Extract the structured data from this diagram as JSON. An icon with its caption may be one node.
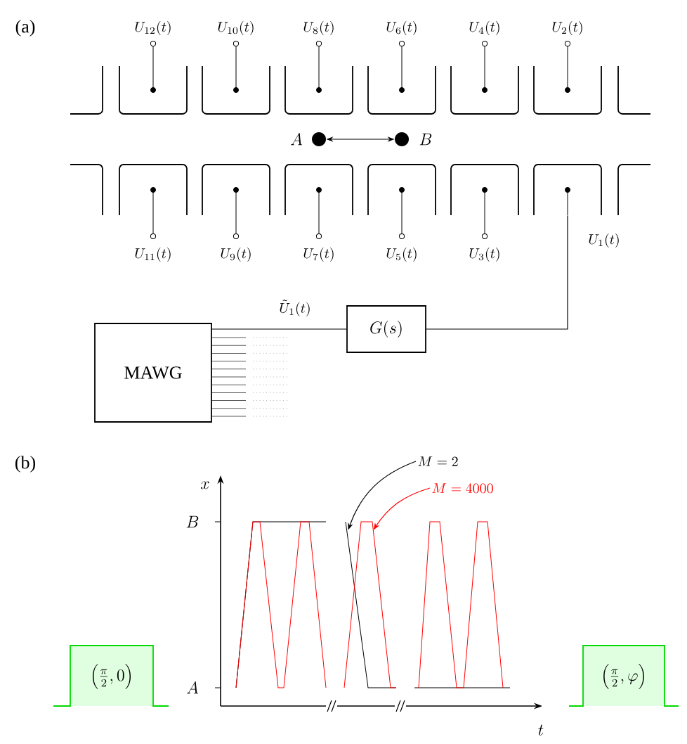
{
  "diagram": {
    "nodes": [
      {
        "text": [],
        "shape": "circle"
      },
      {
        "text": [],
        "shape": "circle"
      },
      {
        "text": [
          "MAWG"
        ]
      },
      {
        "text": [
          "G(s)"
        ]
      },
      {
        "text": [],
        "shape": "box",
        "beside": [
          "U_1(t)"
        ]
      },
      {
        "text": [
          "M = 2"
        ]
      },
      {
        "text": [
          "M = 4000"
        ]
      },
      {
        "text": [
          "\\left(\\frac{\\pi}{2},0\\right)"
        ]
      },
      {
        "text": [
          "\\left(\\frac{\\pi}{2},\\varphi\\right)"
        ]
      },
      {
        "text": [],
        "shape": "line"
      },
      {
        "text": [],
        "shape": "line"
      }
    ],
    "edges": [
      {
        "from": 0,
        "to": 1,
        "arrow": "both"
      },
      {
        "from": 2,
        "to": 3,
        "arrow": "none",
        "label": "\\tilde{U}_1(t)"
      },
      {
        "from": 3,
        "to": 4,
        "arrow": "none"
      },
      {
        "from": 5,
        "to": 9,
        "arrow": "to"
      },
      {
        "from": 6,
        "to": 10,
        "arrow": "to",
        "color": "#ff0000"
      }
    ],
    "labels": [
      "(a)",
      "U_{12}(t)",
      "U_{10}(t)",
      "U_8(t)",
      "U_6(t)",
      "U_4(t)",
      "U_2(t)",
      "A",
      "B",
      "U_{11}(t)",
      "U_9(t)",
      "U_7(t)",
      "U_5(t)",
      "U_3(t)",
      "(b)",
      "x",
      "B",
      "A",
      "t"
    ]
  }
}
